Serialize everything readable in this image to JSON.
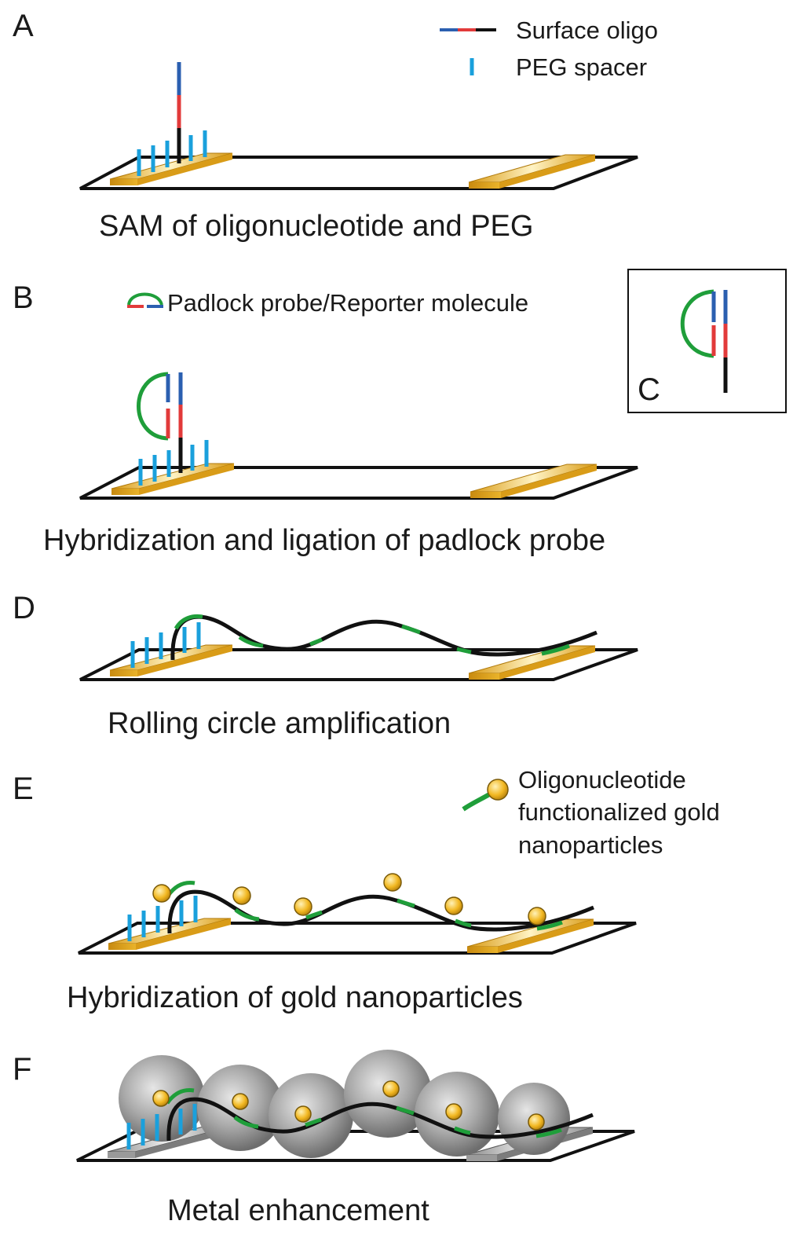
{
  "panels": {
    "A": {
      "letter": "A",
      "caption": "SAM of oligonucleotide and PEG"
    },
    "B": {
      "letter": "B",
      "caption": "Hybridization and ligation of padlock probe"
    },
    "C": {
      "letter": "C"
    },
    "D": {
      "letter": "D",
      "caption": "Rolling circle amplification"
    },
    "E": {
      "letter": "E",
      "caption": "Hybridization of gold nanoparticles"
    },
    "F": {
      "letter": "F",
      "caption": "Metal enhancement"
    }
  },
  "legend": {
    "surface_oligo": "Surface oligo",
    "peg_spacer": "PEG spacer",
    "padlock_probe": "Padlock probe/Reporter molecule",
    "gold_np_line1": "Oligonucleotide",
    "gold_np_line2": "functionalized gold",
    "gold_np_line3": "nanoparticles"
  },
  "colors": {
    "oligo_blue": "#2b5fb0",
    "oligo_red": "#e23a3a",
    "oligo_black": "#111111",
    "peg_cyan": "#1aa0dc",
    "padlock_green": "#1f9e3a",
    "gold_electrode": "#e9b32a",
    "silver_shell": "#8f8f8f"
  }
}
